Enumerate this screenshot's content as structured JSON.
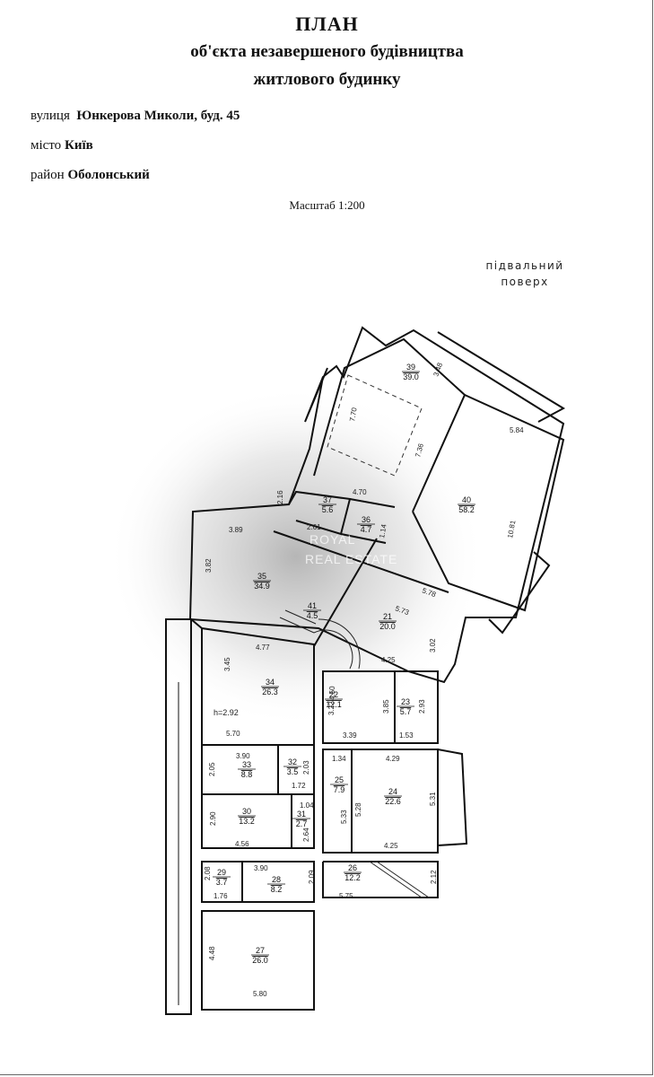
{
  "header": {
    "title_line1": "ПЛАН",
    "title_line2": "об'єкта незавершеного будівництва",
    "title_line3": "житлового будинку"
  },
  "address": {
    "street_label": "вулиця",
    "street_value": "Юнкерова Миколи,  буд. 45",
    "city_label": "місто",
    "city_value": "Київ",
    "district_label": "район",
    "district_value": "Оболонський"
  },
  "scale": "Масштаб 1:200",
  "floor_label_line1": "підвальний",
  "floor_label_line2": "поверх",
  "watermark": {
    "line1": "ROYAL",
    "line2": "REAL ESTATE"
  },
  "rooms": [
    {
      "num": "39",
      "area": "39.0"
    },
    {
      "num": "40",
      "area": "58.2"
    },
    {
      "num": "37",
      "area": "5.6"
    },
    {
      "num": "36",
      "area": "4.7"
    },
    {
      "num": "35",
      "area": "34.9"
    },
    {
      "num": "41",
      "area": "4.5"
    },
    {
      "num": "21",
      "area": "20.0"
    },
    {
      "num": "34",
      "area": "26.3"
    },
    {
      "num": "22",
      "area": "12.1"
    },
    {
      "num": "23",
      "area": "5.7"
    },
    {
      "num": "33",
      "area": "8.8"
    },
    {
      "num": "32",
      "area": "3.5"
    },
    {
      "num": "25",
      "area": "7.9"
    },
    {
      "num": "24",
      "area": "22.6"
    },
    {
      "num": "30",
      "area": "13.2"
    },
    {
      "num": "31",
      "area": "2.7"
    },
    {
      "num": "29",
      "area": "3.7"
    },
    {
      "num": "28",
      "area": "8.2"
    },
    {
      "num": "26",
      "area": "12.2"
    },
    {
      "num": "27",
      "area": "26.0"
    }
  ],
  "height_label": "h=2.92",
  "dimensions": [
    "3.48",
    "7.70",
    "7.36",
    "5.84",
    "10.81",
    "2.16",
    "4.70",
    "2.61",
    "1.14",
    "3.89",
    "3.82",
    "5.78",
    "5.73",
    "4.77",
    "3.45",
    "4.25",
    "3.02",
    "4.50",
    "3.22",
    "3.85",
    "2.93",
    "5.70",
    "3.39",
    "1.53",
    "3.90",
    "2.05",
    "2.03",
    "1.72",
    "1.34",
    "4.29",
    "5.33",
    "5.28",
    "5.31",
    "2.90",
    "1.04",
    "2.64",
    "4.56",
    "4.25",
    "2.08",
    "3.90",
    "2.09",
    "1.76",
    "2.12",
    "5.75",
    "4.48",
    "5.80"
  ]
}
